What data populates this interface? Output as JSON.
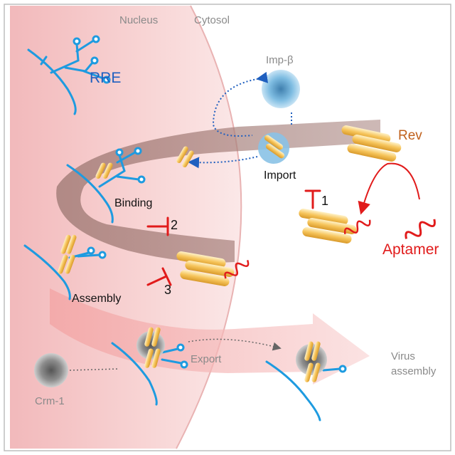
{
  "labels": {
    "nucleus": "Nucleus",
    "cytosol": "Cytosol",
    "rre": "RRE",
    "imp_beta": "Imp-β",
    "rev": "Rev",
    "import": "Import",
    "binding": "Binding",
    "assembly": "Assembly",
    "aptamer": "Aptamer",
    "export": "Export",
    "crm1": "Crm-1",
    "virus_line1": "Virus",
    "virus_line2": "assembly",
    "step1": "1",
    "step2": "2",
    "step3": "3"
  },
  "colors": {
    "rna": "#1e9be0",
    "rna_label": "#1f5fbf",
    "rev_label": "#c0611c",
    "inhibitor": "#e11b1b",
    "arrow_blue": "#1f5fbf",
    "nucleus_fill": "#f6c9c9",
    "band": "#b08c87",
    "protein": "#f5c35a",
    "importin": "#6fb4e0",
    "crm1": "#7a7a7a"
  },
  "icons": [
    "rre-rna-icon",
    "importin-beta-icon",
    "rev-protein-icon",
    "aptamer-icon",
    "crm1-icon",
    "inhibition-bar-icon"
  ]
}
